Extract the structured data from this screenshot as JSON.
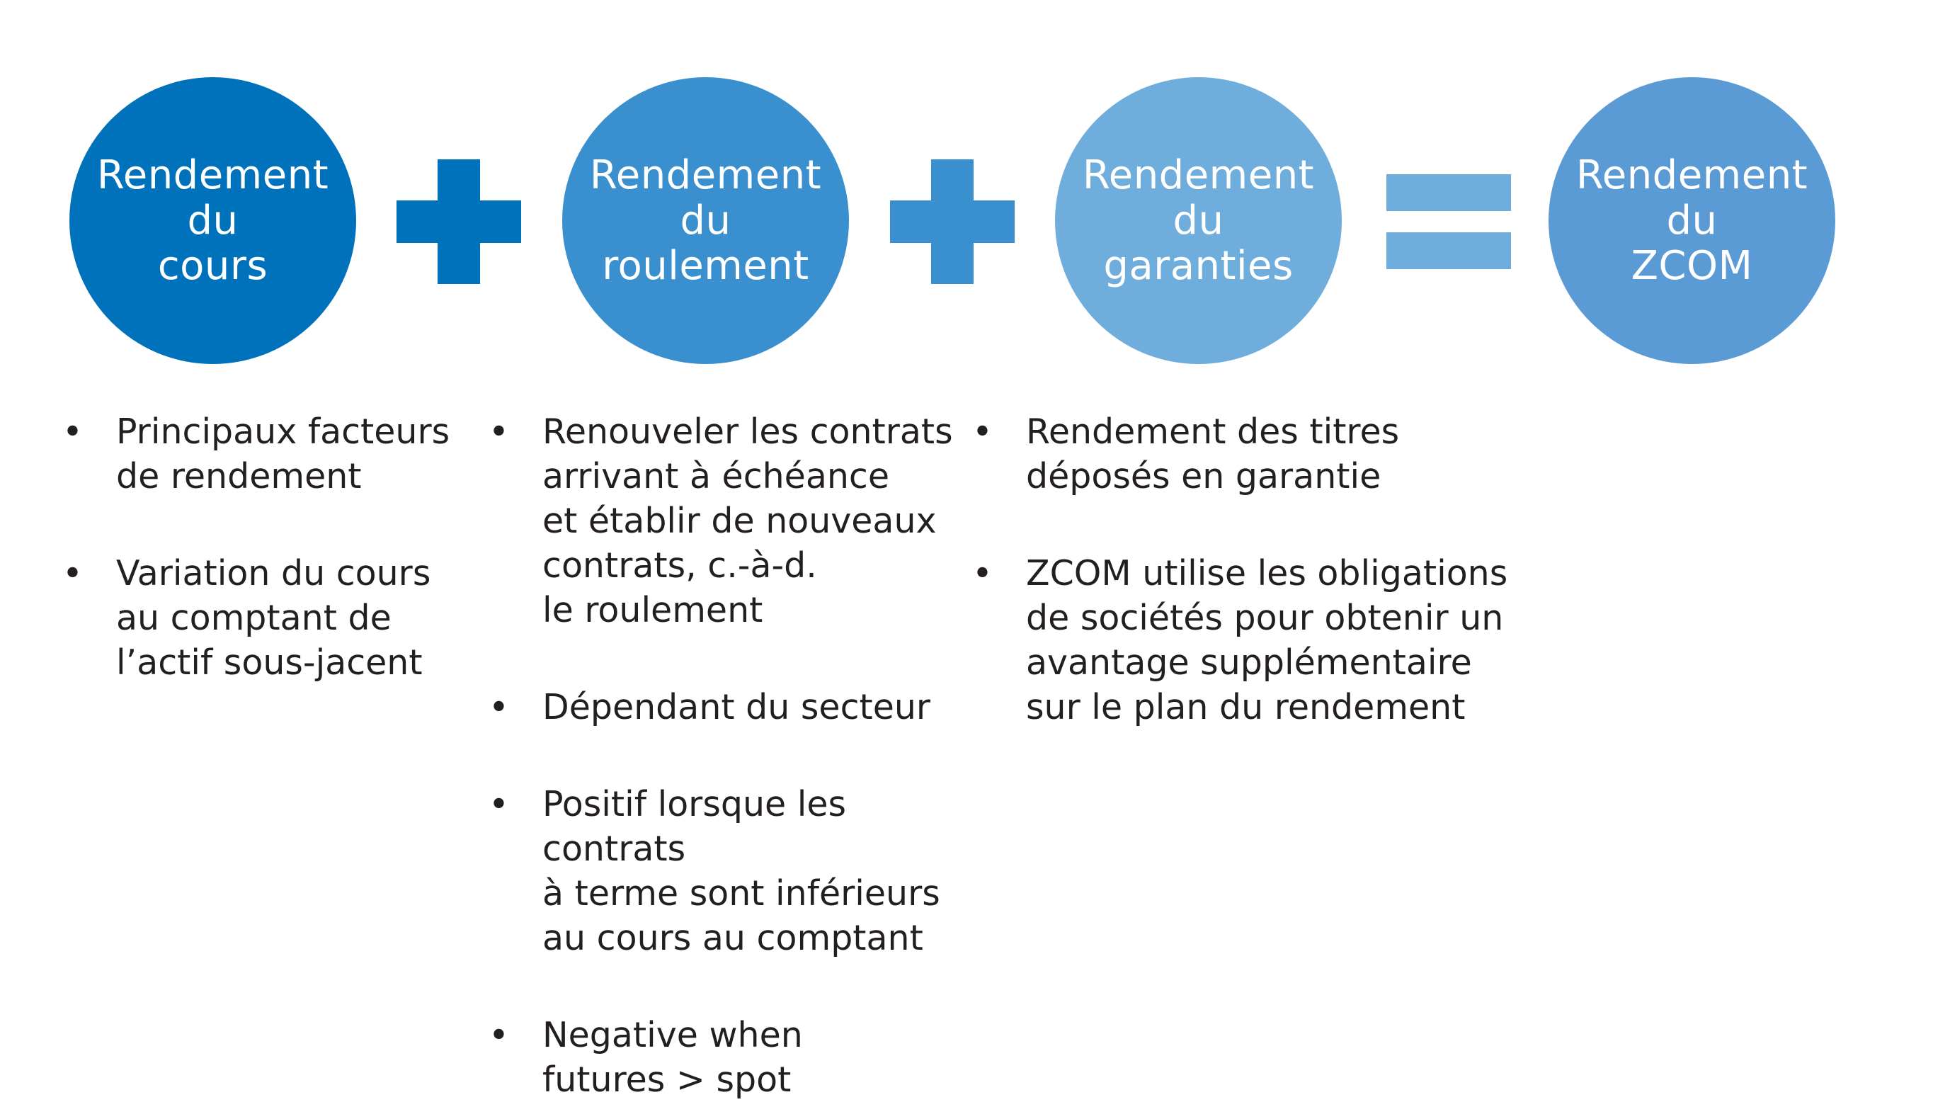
{
  "colors": {
    "circle_1": "#0072bc",
    "circle_2": "#3a8fcf",
    "circle_3": "#6eaddc",
    "circle_4": "#5b9bd5",
    "text": "#231f20"
  },
  "circles": [
    {
      "lines": [
        "Rendement",
        "du",
        "cours"
      ]
    },
    {
      "lines": [
        "Rendement",
        "du",
        "roulement"
      ]
    },
    {
      "lines": [
        "Rendement",
        "du",
        "garanties"
      ]
    },
    {
      "lines": [
        "Rendement",
        "du",
        "ZCOM"
      ]
    }
  ],
  "operators": [
    "+",
    "+",
    "="
  ],
  "bullet_char": "•",
  "columns": [
    {
      "items": [
        {
          "lines": [
            "Principaux facteurs",
            "de rendement"
          ]
        },
        {
          "lines": [
            "Variation du cours",
            "au comptant de",
            "l’actif sous-jacent"
          ]
        }
      ]
    },
    {
      "items": [
        {
          "lines": [
            "Renouveler les contrats",
            "arrivant à échéance",
            "et établir de nouveaux",
            "contrats, c.-à-d.",
            "le roulement"
          ]
        },
        {
          "lines": [
            "Dépendant du secteur"
          ]
        },
        {
          "lines": [
            "Positif lorsque les contrats",
            "à terme sont inférieurs",
            "au cours au comptant"
          ]
        },
        {
          "lines": [
            "Negative when",
            "futures > spot"
          ]
        }
      ]
    },
    {
      "items": [
        {
          "lines": [
            "Rendement des titres",
            "déposés en garantie"
          ]
        },
        {
          "lines": [
            "ZCOM utilise les obligations",
            "de sociétés pour obtenir un",
            "avantage supplémentaire",
            "sur le plan du rendement"
          ]
        }
      ]
    }
  ]
}
